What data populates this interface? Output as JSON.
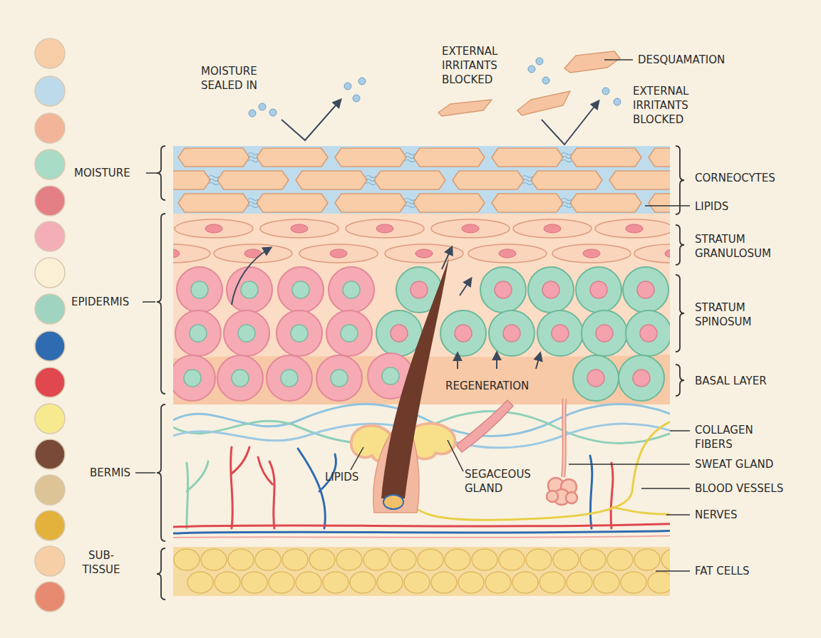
{
  "diagram": {
    "labels": [
      "MOISTURE SEALED IN",
      "EXTERNAL IRRITANTS BLOCKED",
      "DESQUAMATION",
      "EXTERNAL IRRITANTS BLOCKED",
      "MOISTURE",
      "CORNEOCYTES",
      "LIPIDS",
      "STRATUM GRANULOSUM",
      "EPIDERMIS",
      "STRATUM SPINOSUM",
      "REGENERATION",
      "BASAL LAYER",
      "COLLAGEN FIBERS",
      "BERMIS",
      "LIPIDS",
      "SEGACEOUS GLAND",
      "SWEAT GLAND",
      "BLOOD VESSELS",
      "NERVES",
      "SUB- TISSUE",
      "FAT CELLS"
    ]
  }
}
